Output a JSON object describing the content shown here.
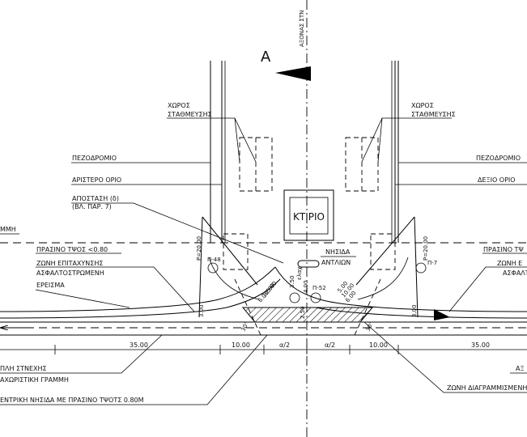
{
  "axis_label": "ΑΞΟΝΑΣ ΣΤΝ",
  "section_marker": "A",
  "labels": {
    "parking_left": [
      "ΧΩΡΟΣ",
      "ΣΤΑΘΜΕΥΣΗΣ"
    ],
    "parking_right": [
      "ΧΩΡΟΣ",
      "ΣΤΑΘΜΕΥΣΗΣ"
    ],
    "sidewalk_left": "ΠΕΖΟΔΡΟΜΙΟ",
    "sidewalk_right": "ΠΕΖΟΔΡΟΜΙΟ",
    "limit_left": "ΑΡΙΣΤΕΡΟ ΟΡΙΟ",
    "limit_right": "ΔΕΞΙΟ ΟΡΙΟ",
    "distance": [
      "ΑΠΟΣΤΑΣΗ (δ)",
      "(ΒΛ. ΠΑΡ. 7)"
    ],
    "edge_left": "ΜΜΗ",
    "green_left": "ΠΡΑΣΙΝΟ ΤΨΟΣ <0.80",
    "green_right": "ΠΡΑΣΙΝΟ ΤΨ",
    "accel_zone": "ΖΩΝΗ ΕΠΙΤΑΧΥΝΣΗΣ",
    "asphalt": "ΑΣΦΑΛΤΟΣΤΡΩΜΕΝΗ",
    "shoulder": "ΕΡΕΙΣΜΑ",
    "zone_right": "ΖΩΝΗ Ε",
    "asphalt_right": "ΑΣΦΑΛΤ",
    "building": "ΚΤΙΡΙΟ",
    "pump_island": [
      "ΝΗΣΙΔΑ",
      "ΑΝΤΛΙΩΝ"
    ],
    "continuous": "ΠΛΗ ΣΤΝΕΧΗΣ",
    "separator": "ΑΧΩΡΙΣΤΙΚΗ ΓΡΑΜΜΗ",
    "central_island": "ΕΝΤΡΙΚΗ ΝΗΣΙΔΑ ΜΕ ΠΡΑΣΙΝΟ ΤΨΟΤΣ 0.80Μ",
    "marked_zone": "ΖΩΝΗ ΔΙΑΓΡΑΜΜΙΣΜΕΝΗ",
    "axis_right": "ΑΞ"
  },
  "dimensions": {
    "d35_left": "35.00",
    "d10_left": "10.00",
    "a2_left": "α/2",
    "a2_right": "α/2",
    "d10_right": "10.00",
    "d35_right": "35.00",
    "p_left": "Ρ=20.00",
    "p_right": "Ρ=20.00",
    "pi48": "Π-48",
    "pi7": "Π-7",
    "pi52": "Π-52",
    "d300_left": "3.00",
    "d300_right": "3.00",
    "d350": "3.50",
    "d250": "2.50",
    "d400": "4.00",
    "elax": "ελαχ",
    "ang_left": "30°",
    "ang_right": "30°",
    "r_left_a": "5.00",
    "r_left_b": "10.00",
    "r_left_c": "6.00",
    "r_right_a": "5.00",
    "r_right_b": "10.00",
    "r_right_c": "6.00"
  }
}
